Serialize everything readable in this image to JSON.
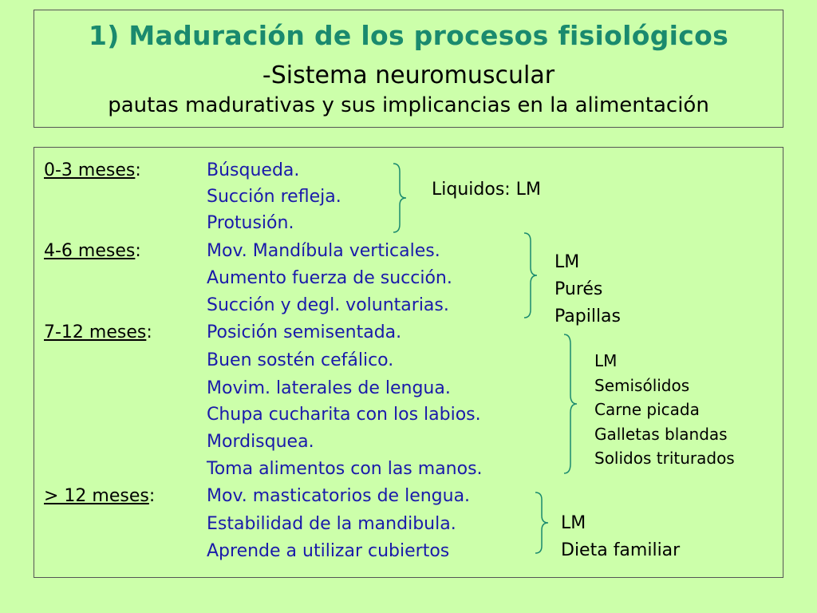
{
  "title": {
    "line1": "1) Maduración de los procesos fisiológicos",
    "line2": "-Sistema neuromuscular",
    "line3": "pautas madurativas y sus implicancias en la alimentación"
  },
  "stages": [
    {
      "age": "0-3 meses",
      "items": [
        "Búsqueda.",
        "Succión refleja.",
        "Protusión."
      ],
      "foods": [
        "Liquidos: LM"
      ]
    },
    {
      "age": "4-6 meses",
      "items": [
        "Mov. Mandíbula verticales.",
        "Aumento fuerza de succión.",
        "Succión y degl. voluntarias."
      ],
      "foods": [
        "LM",
        "Purés",
        "Papillas"
      ]
    },
    {
      "age": "7-12 meses",
      "items": [
        "Posición semisentada.",
        "Buen sostén cefálico.",
        "Movim. laterales de lengua.",
        "Chupa cucharita con los labios.",
        "Mordisquea.",
        "Toma alimentos con las manos."
      ],
      "foods": [
        "LM",
        "Semisólidos",
        "Carne picada",
        "Galletas blandas",
        "Solidos triturados"
      ]
    },
    {
      "age": "> 12 meses",
      "items": [
        "Mov. masticatorios de lengua.",
        "Estabilidad de la mandibula.",
        "Aprende a utilizar cubiertos"
      ],
      "foods": [
        "LM",
        "Dieta familiar"
      ]
    }
  ],
  "colors": {
    "background": "#ccffaa",
    "title_accent": "#1a8a6e",
    "item_text": "#1a1aaa",
    "bracket": "#1a8a6e"
  }
}
